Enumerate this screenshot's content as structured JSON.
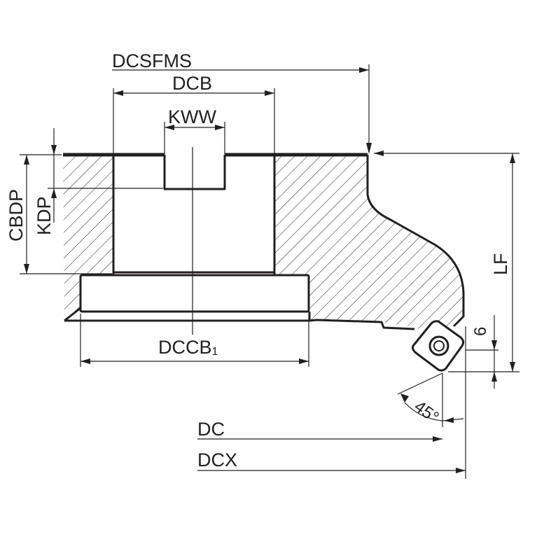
{
  "labels": {
    "dcsfms": "DCSFMS",
    "dcb": "DCB",
    "kww": "KWW",
    "cbdp": "CBDP",
    "kdp": "KDP",
    "dccb_main": "DCCB",
    "dccb_sub": "1",
    "lf": "LF",
    "six": "6",
    "angle": "45°",
    "dc": "DC",
    "dcx": "DCX"
  },
  "colors": {
    "line": "#231f20",
    "background": "#ffffff"
  }
}
